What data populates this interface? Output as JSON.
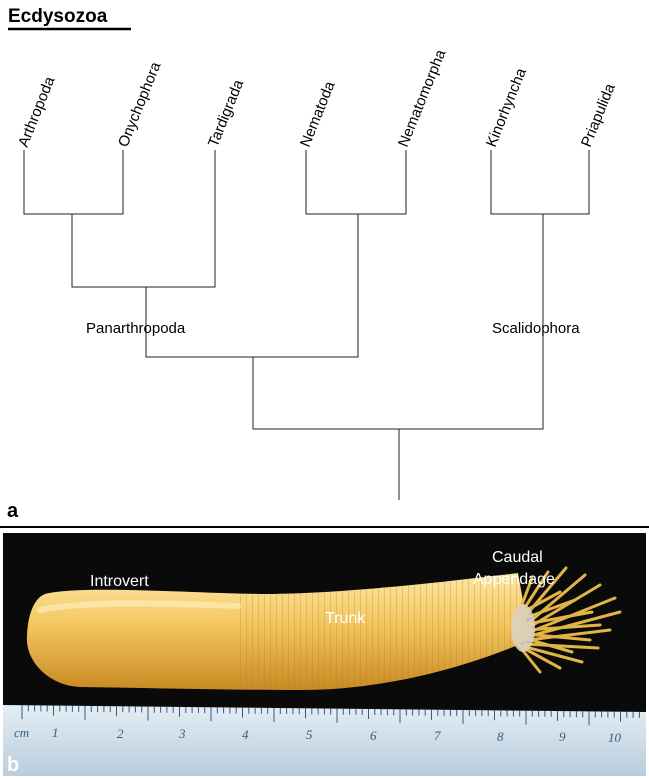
{
  "panel_a": {
    "title": "Ecdysozoa",
    "letter": "a",
    "taxa": [
      "Arthropoda",
      "Onychophora",
      "Tardigrada",
      "Nematoda",
      "Nematomorpha",
      "Kinorhyncha",
      "Priapulida"
    ],
    "clades": {
      "panarthropoda": "Panarthropoda",
      "scalidophora": "Scalidophora"
    }
  },
  "panel_b": {
    "letter": "b",
    "labels": {
      "introvert": "Introvert",
      "trunk": "Trunk",
      "caudal_line1": "Caudal",
      "caudal_line2": "Appendage"
    },
    "ruler": {
      "unit": "cm",
      "numbers": [
        "1",
        "2",
        "3",
        "4",
        "5",
        "6",
        "7",
        "8",
        "9",
        "10"
      ]
    },
    "colors": {
      "background": "#0a0a0a",
      "body": "#f2c25a",
      "ruler": "#c8dcea"
    }
  }
}
